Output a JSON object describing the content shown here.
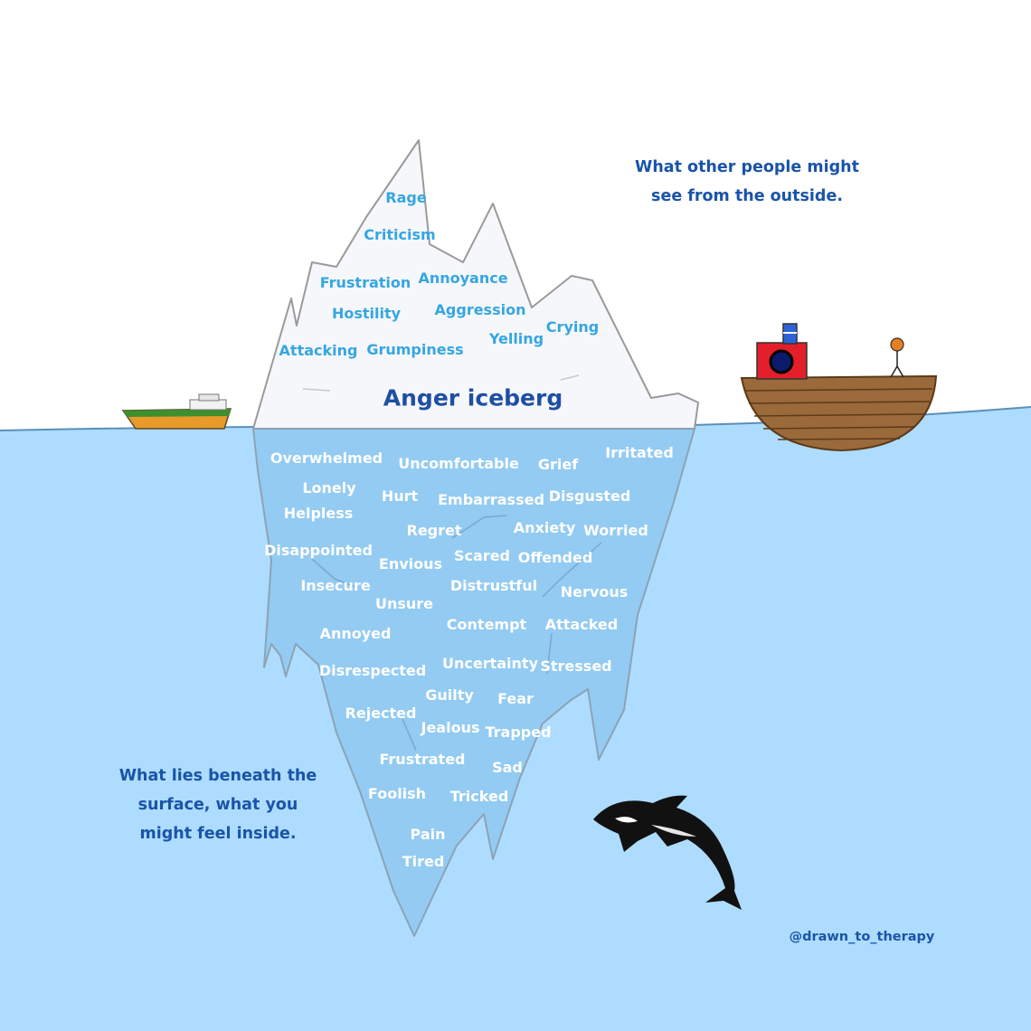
{
  "title": "Anger iceberg",
  "above_note": [
    "What other people might",
    "see from the outside."
  ],
  "below_note": [
    "What lies beneath the",
    "surface, what you",
    "might feel inside."
  ],
  "credit": "@drawn_to_therapy",
  "visible_emotions": [
    "Rage",
    "Criticism",
    "Frustration",
    "Annoyance",
    "Hostility",
    "Aggression",
    "Crying",
    "Yelling",
    "Attacking",
    "Grumpiness"
  ],
  "hidden_emotions": [
    "Overwhelmed",
    "Uncomfortable",
    "Grief",
    "Irritated",
    "Lonely",
    "Hurt",
    "Embarrassed",
    "Disgusted",
    "Helpless",
    "Regret",
    "Anxiety",
    "Worried",
    "Disappointed",
    "Envious",
    "Scared",
    "Offended",
    "Insecure",
    "Distrustful",
    "Nervous",
    "Unsure",
    "Contempt",
    "Attacked",
    "Annoyed",
    "Uncertainty",
    "Disrespected",
    "Stressed",
    "Guilty",
    "Fear",
    "Rejected",
    "Jealous",
    "Trapped",
    "Frustrated",
    "Sad",
    "Foolish",
    "Tricked",
    "Pain",
    "Tired"
  ],
  "colors": {
    "water": "#aedcff",
    "iceberg_above": "#f6f7fa",
    "iceberg_below": "#93cbf2",
    "above_text": "#35a6e2",
    "below_text": "#ffffff",
    "title_text": "#1f4fa3",
    "note_text": "#1a54a8"
  }
}
